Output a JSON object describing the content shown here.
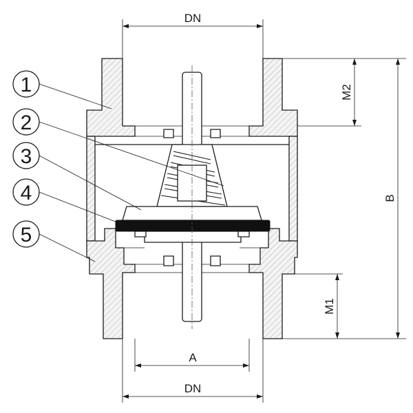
{
  "dimensions": {
    "dn_top": "DN",
    "dn_bottom": "DN",
    "a": "A",
    "b": "B",
    "m1": "M1",
    "m2": "M2"
  },
  "parts": [
    {
      "number": "1"
    },
    {
      "number": "2"
    },
    {
      "number": "3"
    },
    {
      "number": "4"
    },
    {
      "number": "5"
    }
  ]
}
